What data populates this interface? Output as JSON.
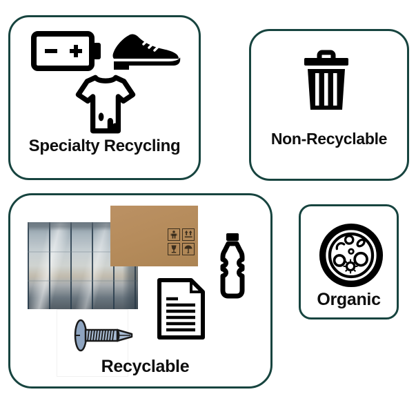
{
  "page": {
    "background": "#ffffff",
    "border_color": "#17443f",
    "label_color": "#0e0e0e",
    "cardboard_color": "#b68c5c",
    "screw_color": "#a9bcd4"
  },
  "categories": [
    {
      "id": "specialty-recycling",
      "label": "Specialty Recycling",
      "icons": [
        "battery-icon",
        "dress-shoe-icon",
        "stained-tshirt-icon"
      ]
    },
    {
      "id": "non-recyclable",
      "label": "Non-Recyclable",
      "icons": [
        "trash-can-icon"
      ]
    },
    {
      "id": "recyclable",
      "label": "Recyclable",
      "icons": [
        "glass-wall-photo",
        "cardboard-box-photo",
        "plastic-bottle-icon",
        "paper-document-icon",
        "metal-screw-icon"
      ]
    },
    {
      "id": "organic",
      "label": "Organic",
      "icons": [
        "petri-dish-icon"
      ]
    }
  ]
}
